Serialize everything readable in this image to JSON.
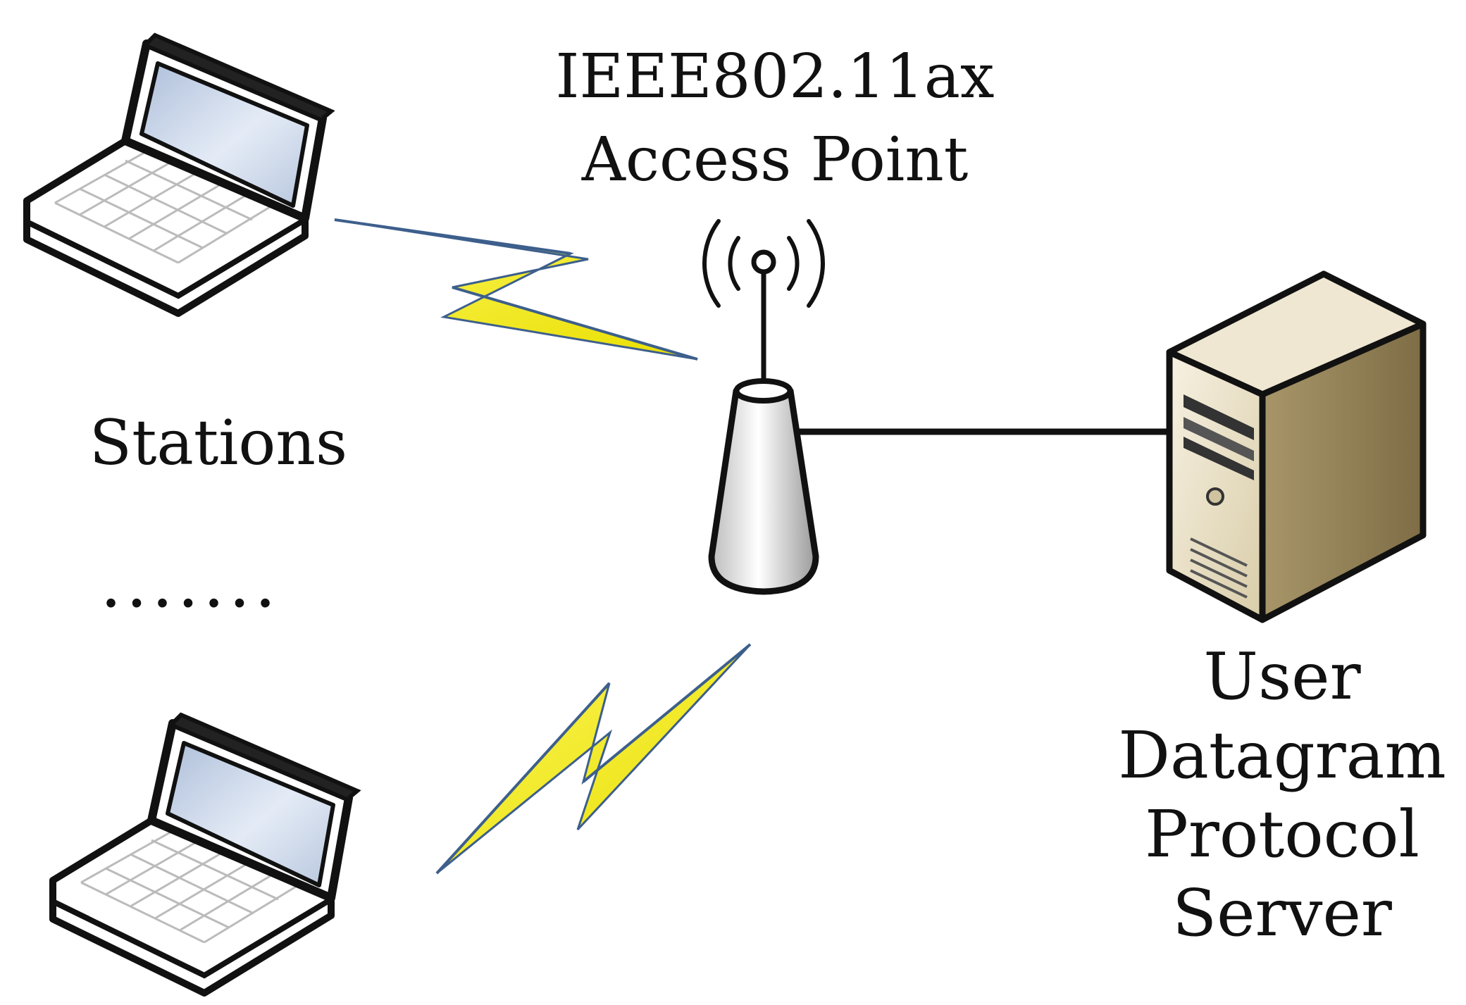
{
  "access_point": {
    "label_lines": [
      "IEEE802.11ax",
      "Access Point"
    ],
    "icon": "wireless-access-point-icon"
  },
  "stations": {
    "label": "Stations",
    "ellipsis": ".......",
    "icon": "laptop-icon",
    "count_shown": 2
  },
  "server": {
    "label_lines": [
      "User",
      "Datagram",
      "Protocol",
      "Server"
    ],
    "icon": "tower-server-icon"
  },
  "links": [
    {
      "from": "station-1",
      "to": "access-point",
      "type": "wireless"
    },
    {
      "from": "station-2",
      "to": "access-point",
      "type": "wireless"
    },
    {
      "from": "access-point",
      "to": "server",
      "type": "wired"
    }
  ],
  "colors": {
    "lightning_fill": "#f5ef1e",
    "lightning_edge": "#3d5f8c",
    "screen": "#c8d6ea",
    "server_body": "#e6dcc2",
    "server_side": "#a8966a",
    "outline": "#111111"
  }
}
